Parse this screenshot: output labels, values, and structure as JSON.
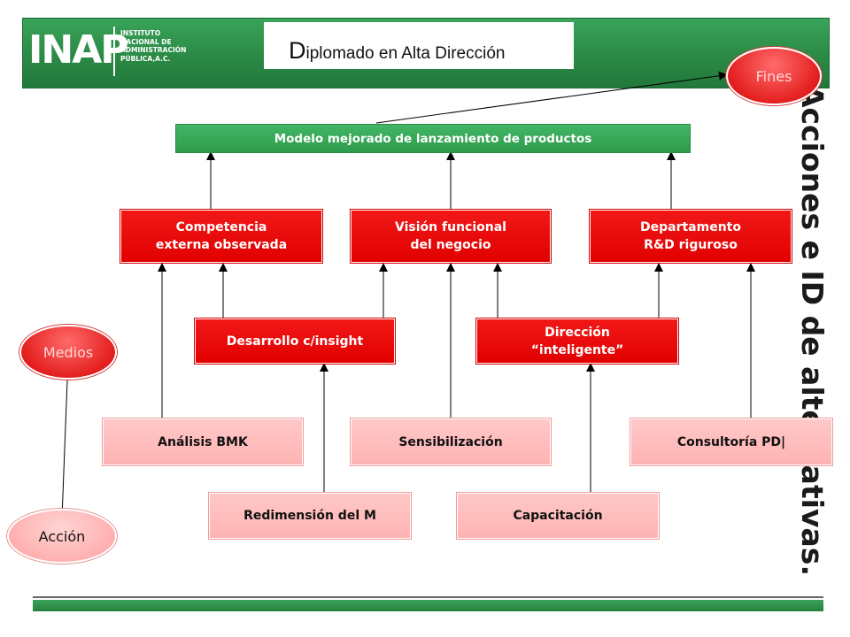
{
  "header": {
    "logo_text": "INAP",
    "logo_lines": [
      "INSTITUTO",
      "NACIONAL DE",
      "ADMINISTRACIÓN",
      "PÚBLICA,A.C."
    ],
    "title_initial": "D",
    "title_rest": "iplomado en  Alta Dirección"
  },
  "vertical_title": "Acciones e ID de alternativas.",
  "ellipses": {
    "fines": "Fines",
    "medios": "Medios",
    "accion": "Acción"
  },
  "diagram": {
    "top": "Modelo mejorado de lanzamiento de productos",
    "level2": {
      "competencia": "Competencia\nexterna observada",
      "vision": "Visión funcional\ndel negocio",
      "departamento": "Departamento\nR&D riguroso"
    },
    "level3": {
      "desarrollo": "Desarrollo c/insight",
      "direccion": "Dirección\n“inteligente”"
    },
    "level4": {
      "analisis": "Análisis BMK",
      "sensibilizacion": "Sensibilización",
      "consultoria": "Consultoría PD|"
    },
    "level5": {
      "redimension": "Redimensión del M",
      "capacitacion": "Capacitación"
    }
  },
  "colors": {
    "header_green": "#2b8a45",
    "node_red": "#e60000",
    "node_pink": "#ffbdbd",
    "node_green": "#3aa35a"
  }
}
